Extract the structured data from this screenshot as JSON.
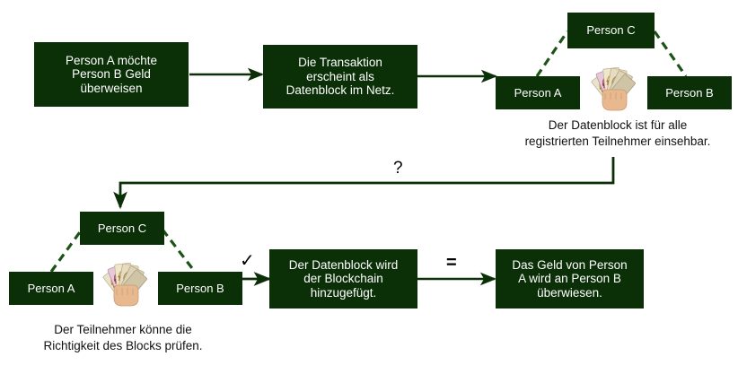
{
  "diagram": {
    "title": "Blockchain Transaktion Ablaufdiagramm",
    "colors": {
      "box_fill": "#0b3007",
      "box_text": "#ffffff",
      "connector": "#0b3007",
      "dashed_link": "#1c5418",
      "caption_text": "#111111",
      "background": "#ffffff"
    },
    "boxes": {
      "step1": "Person A möchte\nPerson B Geld\nüberweisen",
      "step2": "Die Transaktion\nerscheint als\nDatenblock im Netz.",
      "step3": "Der Datenblock wird\nder Blockchain\nhinzugefügt.",
      "step4": "Das Geld von Person\nA wird an Person B\nüberwiesen.",
      "top_person_c": "Person C",
      "top_person_a": "Person A",
      "top_person_b": "Person B",
      "bottom_person_c": "Person C",
      "bottom_person_a": "Person A",
      "bottom_person_b": "Person B"
    },
    "captions": {
      "top": "Der Datenblock ist für alle\nregistrierten Teilnehmer einsehbar.",
      "bottom": "Der Teilnehmer könne die\nRichtigkeit des Blocks prüfen."
    },
    "glyphs": {
      "question": "?",
      "check": "✓",
      "equals": "="
    },
    "images": {
      "money_top": "hand-holding-euro-banknotes",
      "money_bottom": "hand-holding-euro-banknotes"
    }
  }
}
